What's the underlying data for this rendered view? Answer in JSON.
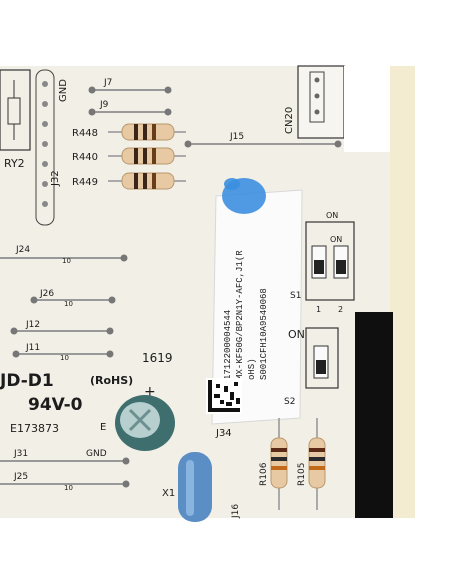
{
  "photo": {
    "description_colors": {
      "board": "#f2efe6",
      "silkscreen": "#1c1c1c",
      "wire": "#9a9a9a",
      "resistor_body": "#e7c9a3",
      "capacitor": "#3f6e6e",
      "blue_marker": "#3c8fe0",
      "black_strip": "#0f0f0f"
    },
    "silkscreen": {
      "gnd_top": "GND",
      "j7": "J7",
      "j9": "J9",
      "r448": "R448",
      "r440": "R440",
      "r449": "R449",
      "ry2": "RY2",
      "j32": "J32",
      "j15": "J15",
      "cn20": "CN20",
      "j24": "J24",
      "j26": "J26",
      "j12": "J12",
      "j11": "J11",
      "num_1619": "1619",
      "jd": "JD-D1",
      "rohs": "(RoHS)",
      "v0": "94V-0",
      "e173873": "E173873",
      "j31": "J31",
      "gnd_bottom": "GND",
      "j25": "J25",
      "x1": "X1",
      "j34": "J34",
      "r106": "R106",
      "r105": "R105",
      "s1": "S1",
      "s2": "S2",
      "on1": "ON",
      "on2": "ON",
      "on3": "ON",
      "sw1": "1",
      "sw2": "2",
      "plus": "+",
      "e_label": "E",
      "j16": "J16",
      "ten_a": "10",
      "ten_b": "10",
      "ten_c": "10",
      "ten_d": "10"
    },
    "label_sticker": {
      "line1": "1712200004544",
      "line2": "MX-KF50G/BP2N1Y-AFC,J1(R",
      "line3": "oHS)",
      "line4": "S001CFH10A9540068"
    }
  }
}
